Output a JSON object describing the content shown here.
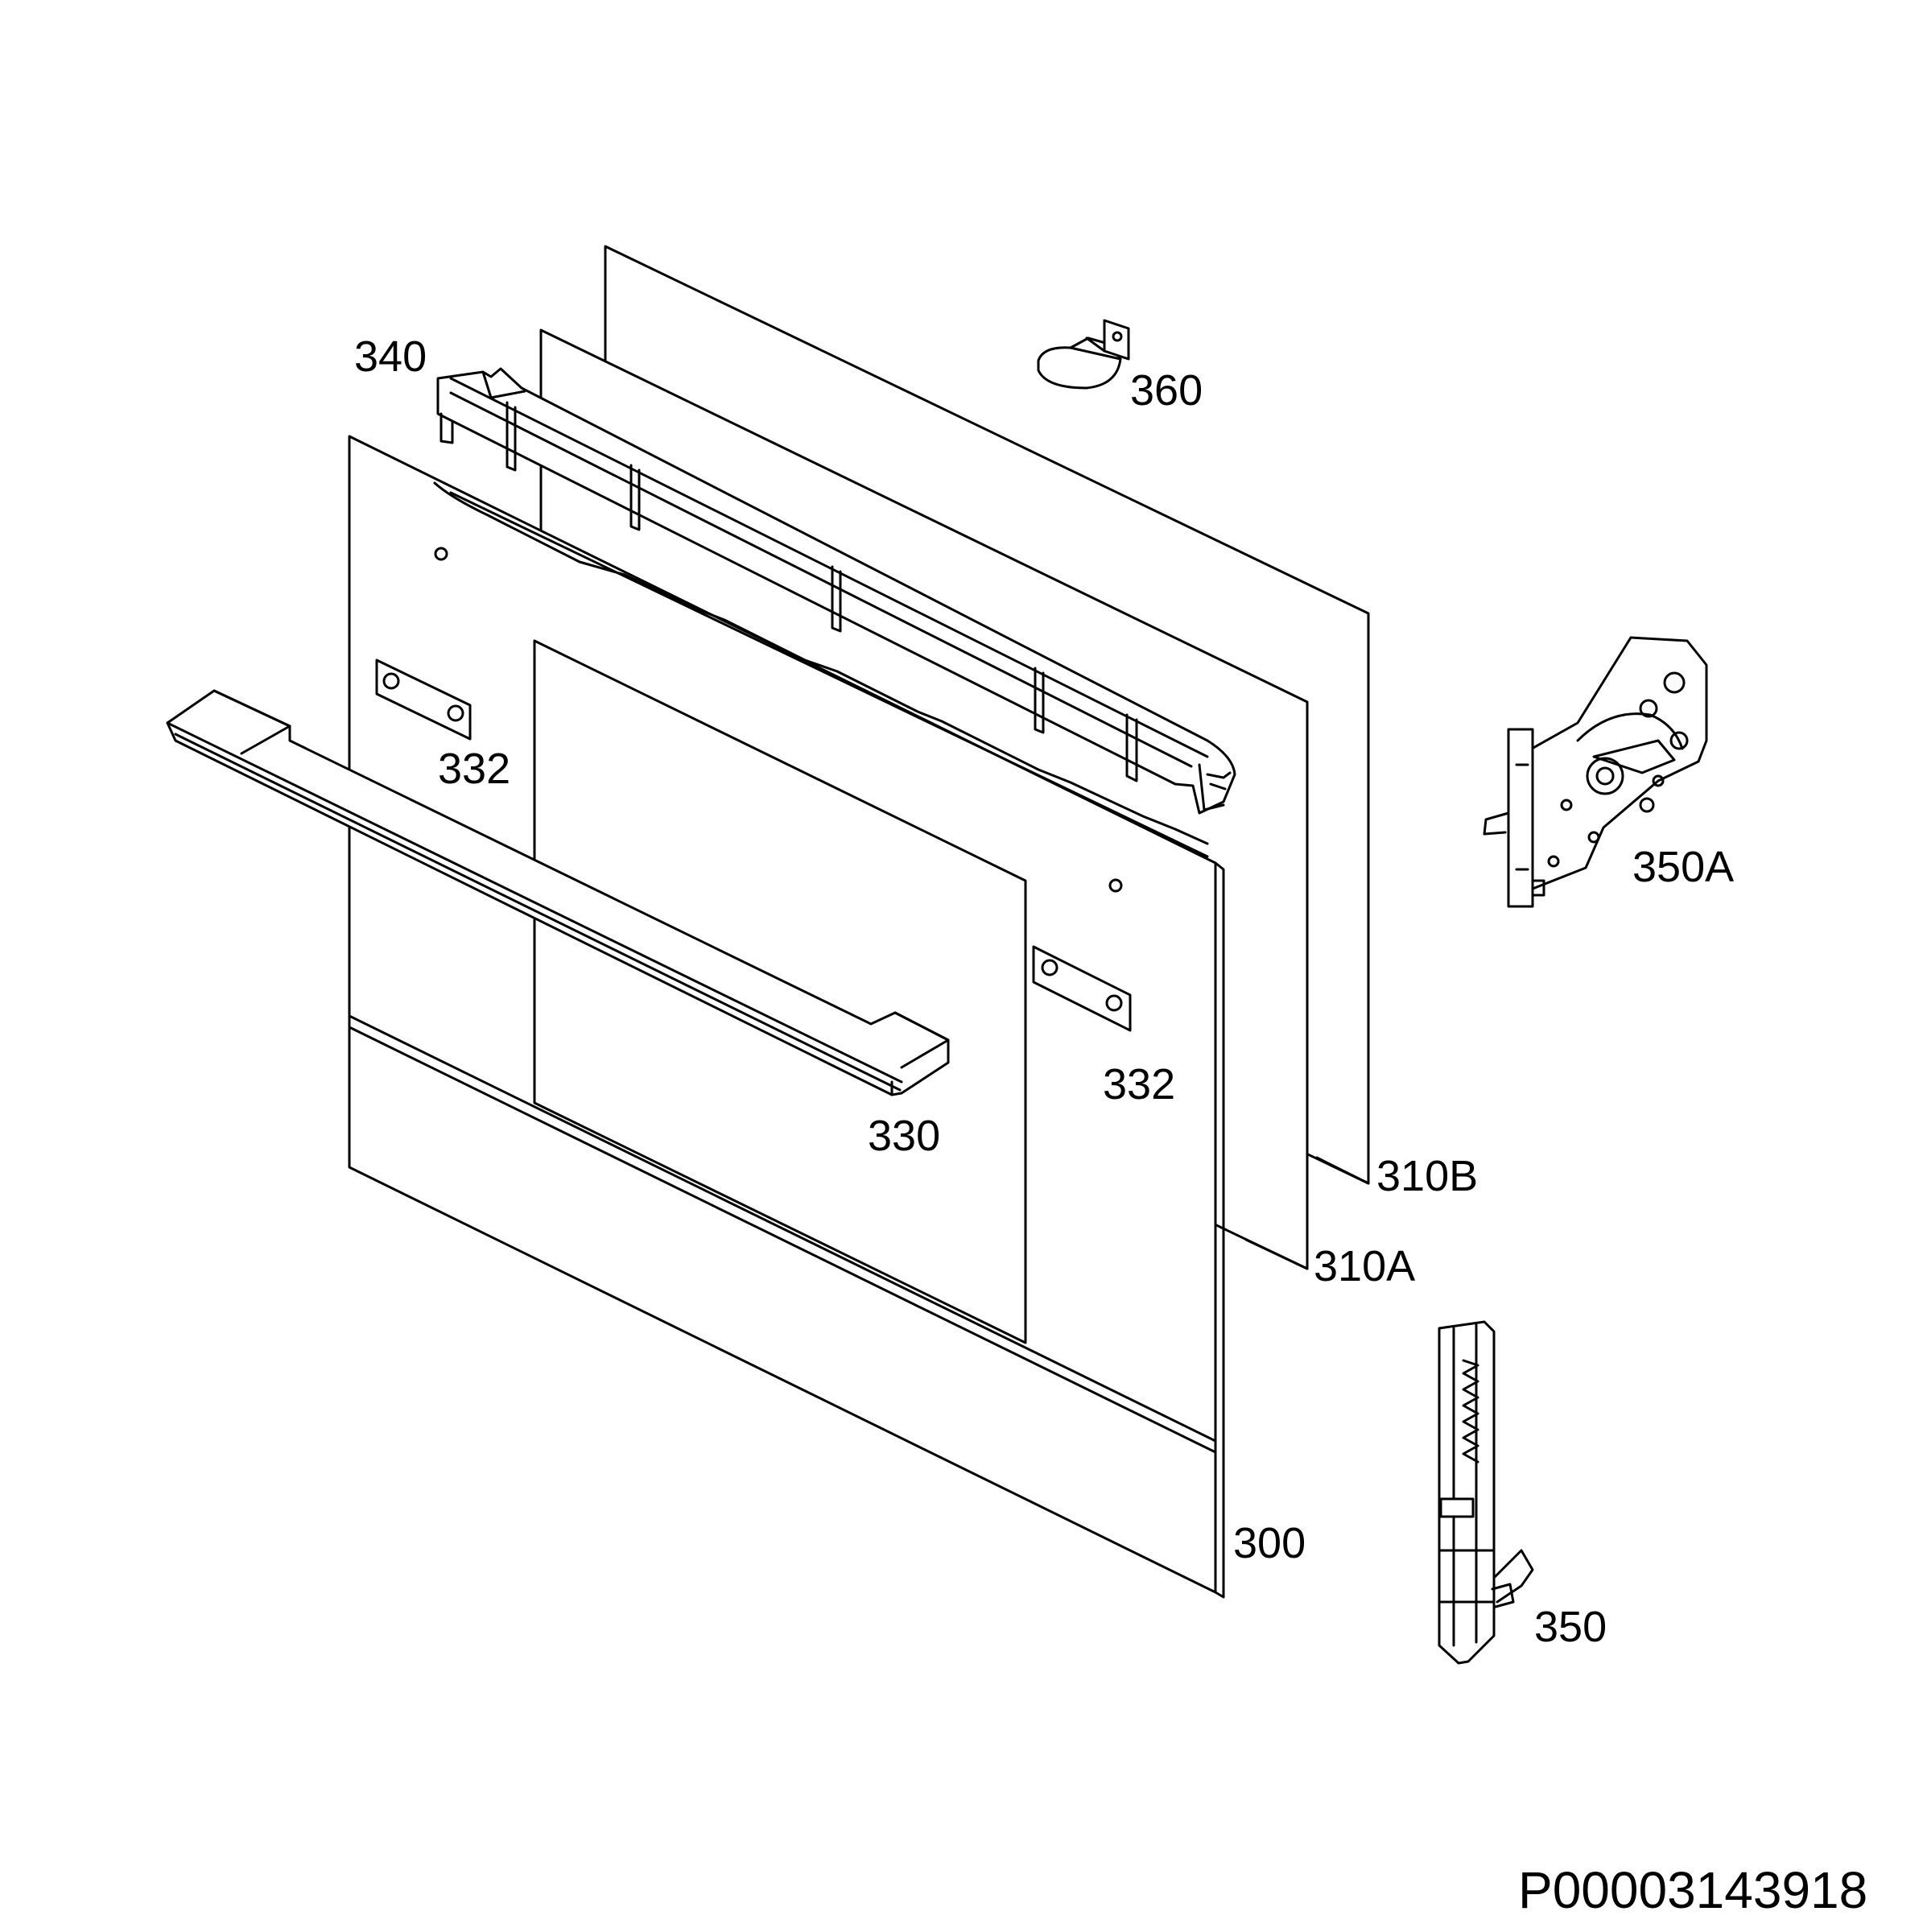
{
  "labels": {
    "p340": "340",
    "p360": "360",
    "p332a": "332",
    "p332b": "332",
    "p330": "330",
    "p350a": "350A",
    "p310b": "310B",
    "p310a": "310A",
    "p300": "300",
    "p350": "350"
  },
  "reference": "P00003143918"
}
